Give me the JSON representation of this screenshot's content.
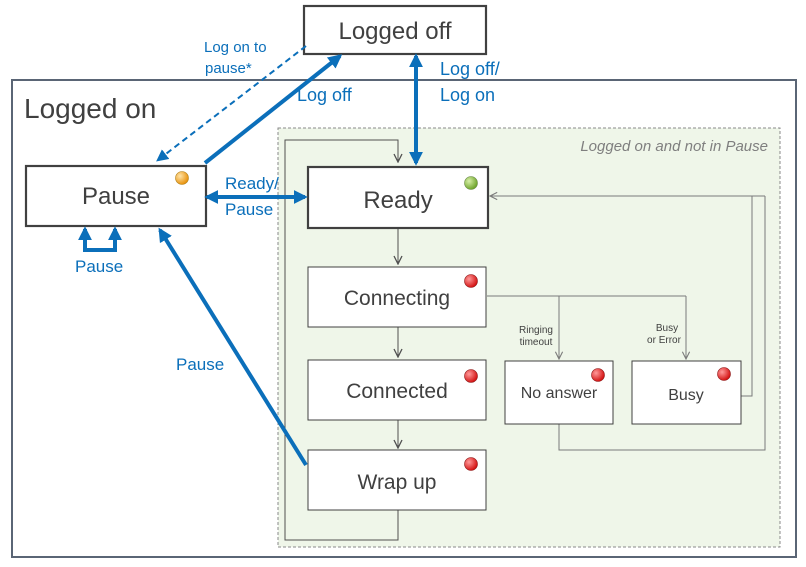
{
  "states": {
    "logged_off": "Logged off",
    "logged_on": "Logged on",
    "pause": "Pause",
    "ready": "Ready",
    "connecting": "Connecting",
    "connected": "Connected",
    "wrap_up": "Wrap up",
    "no_answer": "No answer",
    "busy": "Busy"
  },
  "region_label": "Logged on and not in Pause",
  "transitions": {
    "log_on_to_pause_line1": "Log on to",
    "log_on_to_pause_line2": "pause*",
    "log_off": "Log off",
    "log_off_log_on_line1": "Log off/",
    "log_off_log_on_line2": "Log on",
    "ready_pause_line1": "Ready/",
    "ready_pause_line2": "Pause",
    "pause_self": "Pause",
    "pause_from_wrapup": "Pause",
    "ringing_timeout_line1": "Ringing",
    "ringing_timeout_line2": "timeout",
    "busy_error_line1": "Busy",
    "busy_error_line2": "or Error"
  },
  "status_colors": {
    "pause": "#f0a020",
    "ready": "#7fb13a",
    "busy_states": "#e02020"
  }
}
